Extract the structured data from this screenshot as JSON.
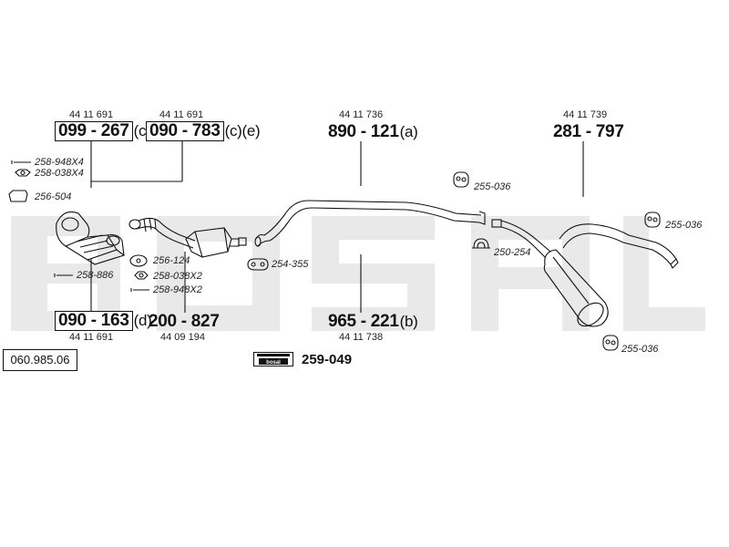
{
  "watermark": {
    "text": "bosal",
    "color": "#e8e8e8"
  },
  "catalog_number": "060.985.06",
  "kit": {
    "badge": "bosal",
    "code": "259-049"
  },
  "parts": {
    "p099267": {
      "ref": "44 11 691",
      "code": "099 - 267",
      "suffix": "(c)"
    },
    "p090783": {
      "ref": "44 11 691",
      "code": "090 - 783",
      "suffix": "(c)(e)"
    },
    "p890121": {
      "ref": "44 11 736",
      "code": "890 - 121",
      "suffix": "(a)"
    },
    "p281797": {
      "ref": "44 11 739",
      "code": "281 - 797"
    },
    "p090163": {
      "ref": "44 11 691",
      "code": "090 - 163",
      "suffix": "(d)"
    },
    "p200827": {
      "ref": "44 09 194",
      "code": "200 - 827"
    },
    "p965221": {
      "ref": "44 11 738",
      "code": "965 - 221",
      "suffix": "(b)"
    }
  },
  "small_parts": {
    "bolt_258_948x4": "258-948X4",
    "nut_258_038x4": "258-038X4",
    "gasket_256_504": "256-504",
    "gasket_256_124": "256-124",
    "bolt_258_886": "258-886",
    "nut_258_038x2": "258-038X2",
    "bolt_258_948x2": "258-948X2",
    "clamp_254_355": "254-355",
    "rubber_255_036_a": "255-036",
    "rubber_255_036_b": "255-036",
    "rubber_255_036_c": "255-036",
    "rubber_250_254": "250-254"
  },
  "colors": {
    "line": "#111111",
    "watermark": "#e8e8e8"
  }
}
